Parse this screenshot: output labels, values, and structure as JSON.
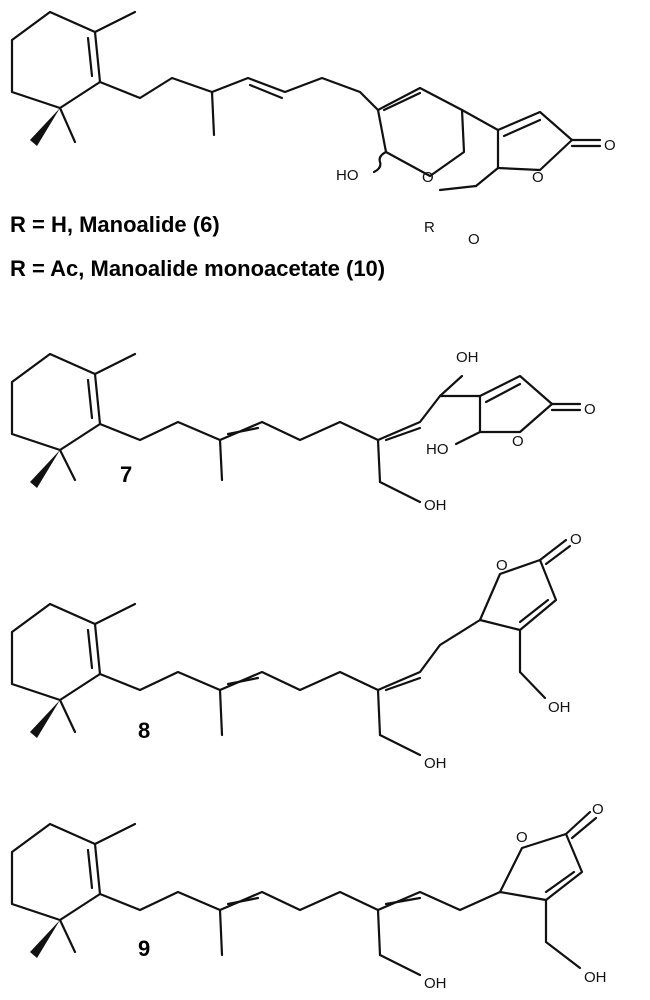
{
  "atoms": {
    "ho": "HO",
    "oh": "OH",
    "o": "O",
    "r": "R"
  },
  "captions": {
    "manoalide": "R = H, Manoalide (6)",
    "monoacetate": "R = Ac, Manoalide monoacetate (10)"
  },
  "compounds": {
    "c7": "7",
    "c8": "8",
    "c9": "9"
  }
}
